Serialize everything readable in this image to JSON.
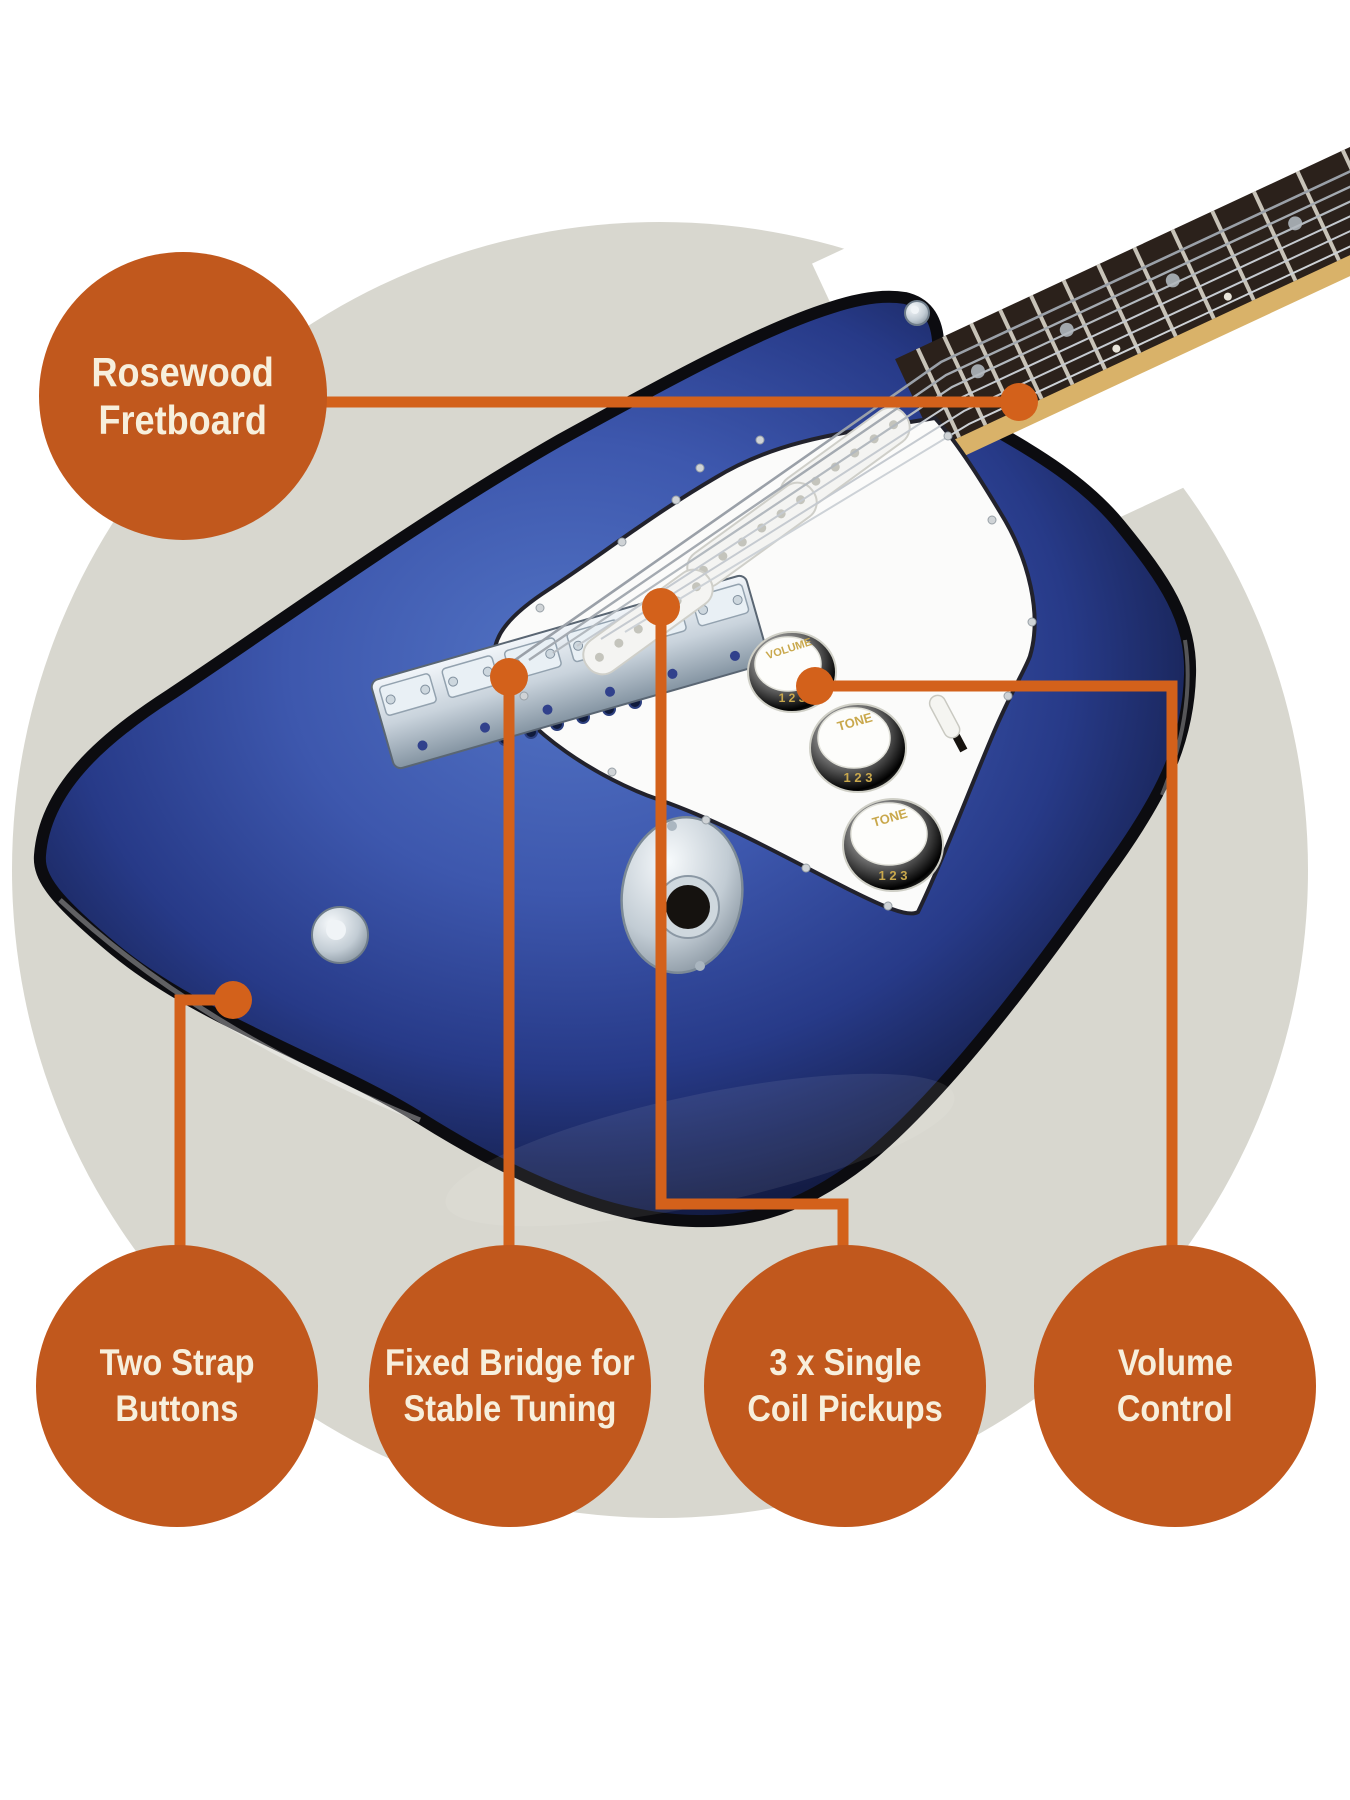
{
  "callouts": {
    "fretboard": {
      "lines": [
        "Rosewood",
        "Fretboard"
      ]
    },
    "strap": {
      "lines": [
        "Two Strap",
        "Buttons"
      ]
    },
    "bridge": {
      "lines": [
        "Fixed Bridge for",
        "Stable Tuning"
      ]
    },
    "pickups": {
      "lines": [
        "3 x Single",
        "Coil Pickups"
      ]
    },
    "volume": {
      "lines": [
        "Volume",
        "Control"
      ]
    }
  },
  "guitar": {
    "volume_knob_label": "VOLUME",
    "tone_knob_label": "TONE",
    "knob_numbers": "1 2 3"
  },
  "colors": {
    "bubble": "#c1581d",
    "connector": "#d3611b",
    "bubble_text": "#f7efdc",
    "backdrop_circle": "#d8d7cf"
  }
}
